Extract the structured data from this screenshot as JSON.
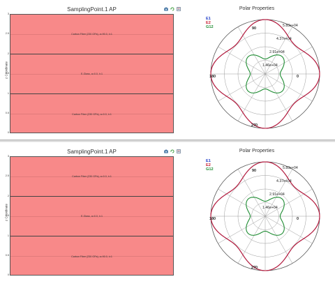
{
  "panels": [
    {
      "laminate": {
        "title": "SamplingPoint.1 AP",
        "ylabel": "z Coordinate",
        "yticks": [
          "3",
          "2.5",
          "2",
          "1.5",
          "1",
          "0.5",
          "0"
        ],
        "layers": [
          "Carbon Fiber (230 GPa), a=90.0, t=1",
          "E-Glass, a=0.0, t=1",
          "Carbon Fiber (230 GPa), a=0.0, t=1"
        ],
        "layer_color": "#f88989"
      },
      "polar": {
        "title": "Polar Properties",
        "legend": [
          {
            "label": "E1",
            "color": "#1e3cc8"
          },
          {
            "label": "E2",
            "color": "#c81e32"
          },
          {
            "label": "G12",
            "color": "#1e8c32"
          }
        ],
        "ring_labels": [
          "5.83e+04",
          "4.37e+04",
          "2.91e+04",
          "1.46e+04"
        ],
        "angle_labels": [
          "90",
          "180",
          "0",
          "270"
        ]
      }
    },
    {
      "laminate": {
        "title": "SamplingPoint.1 AP",
        "ylabel": "z Coordinate",
        "yticks": [
          "3",
          "2.5",
          "2",
          "1.5",
          "1",
          "0.5",
          "0"
        ],
        "layers": [
          "Carbon Fiber (230 GPa), a=0.0, t=1",
          "E-Glass, a=0.0, t=1",
          "Carbon Fiber (230 GPa), a=90.0, t=1"
        ],
        "layer_color": "#f88989"
      },
      "polar": {
        "title": "Polar Properties",
        "legend": [
          {
            "label": "E1",
            "color": "#1e3cc8"
          },
          {
            "label": "E2",
            "color": "#c81e32"
          },
          {
            "label": "G12",
            "color": "#1e8c32"
          }
        ],
        "ring_labels": [
          "5.83e+04",
          "4.37e+04",
          "2.91e+04",
          "1.46e+04"
        ],
        "angle_labels": [
          "90",
          "180",
          "0",
          "270"
        ]
      }
    }
  ],
  "toolbar": {
    "icons": [
      "camera-icon",
      "refresh-icon",
      "settings-icon"
    ]
  }
}
